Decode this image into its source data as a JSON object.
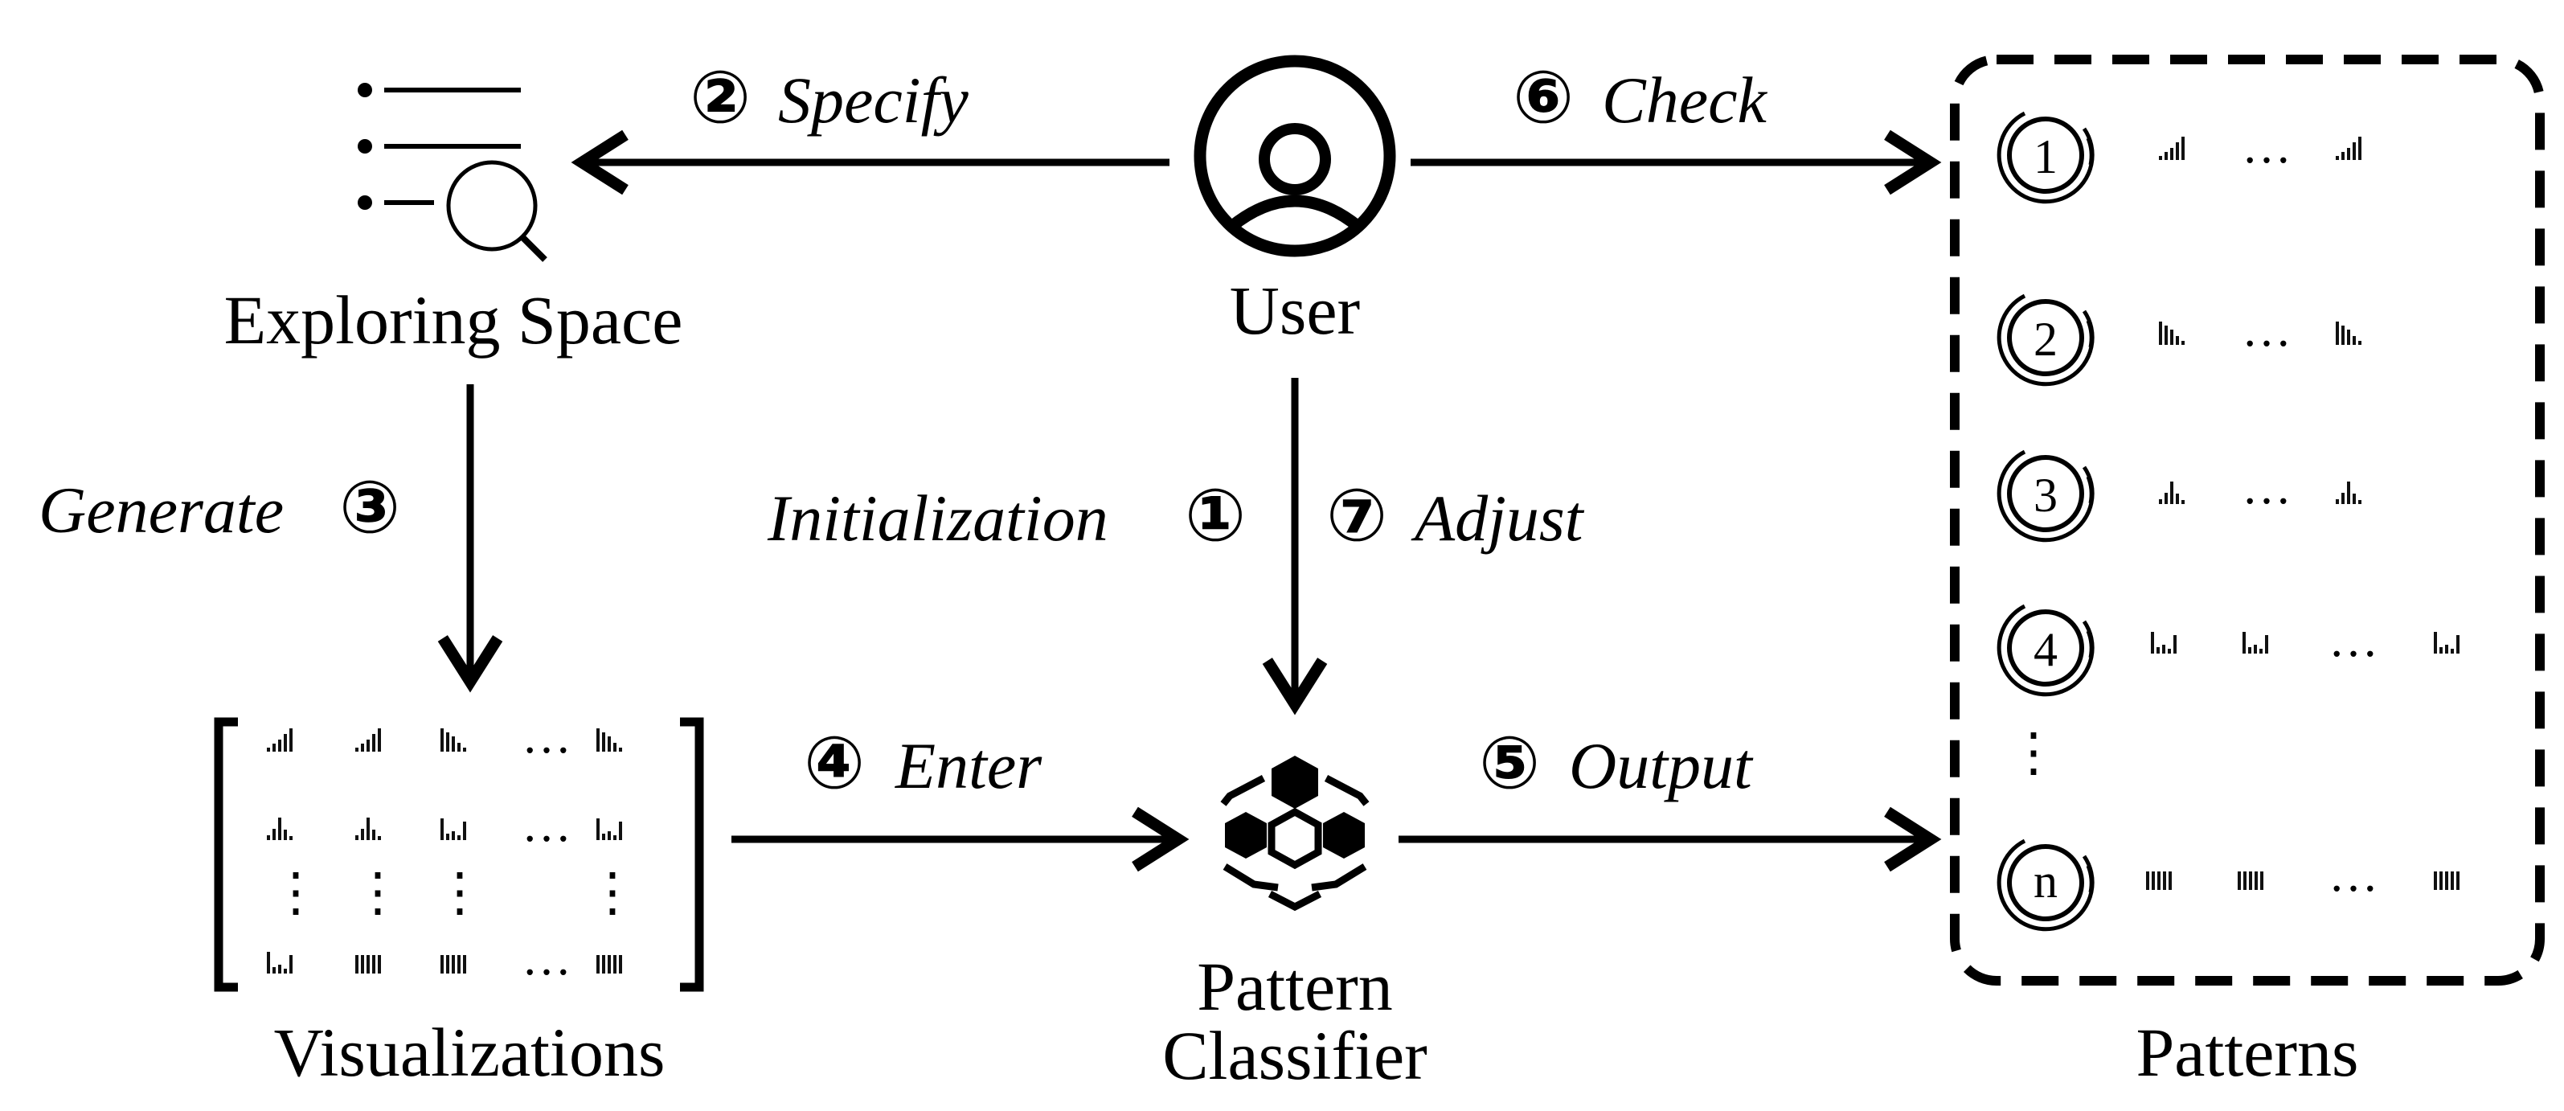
{
  "nodes": {
    "exploring_space": "Exploring Space",
    "user": "User",
    "visualizations": "Visualizations",
    "classifier_line1": "Pattern",
    "classifier_line2": "Classifier",
    "patterns": "Patterns"
  },
  "steps": {
    "specify": {
      "num": "②",
      "label": "Specify"
    },
    "check": {
      "num": "⑥",
      "label": "Check"
    },
    "generate": {
      "num": "③",
      "label": "Generate"
    },
    "initialization": {
      "num": "①",
      "label": "Initialization"
    },
    "adjust": {
      "num": "⑦",
      "label": "Adjust"
    },
    "enter": {
      "num": "④",
      "label": "Enter"
    },
    "output": {
      "num": "⑤",
      "label": "Output"
    }
  },
  "pattern_ids": [
    "1",
    "2",
    "3",
    "4",
    "n"
  ],
  "ellipsis": "…",
  "vertical_ellipsis": "⋮",
  "icons": {
    "exploring_space": "list-search-icon",
    "user": "user-icon",
    "classifier": "cube-network-icon"
  }
}
